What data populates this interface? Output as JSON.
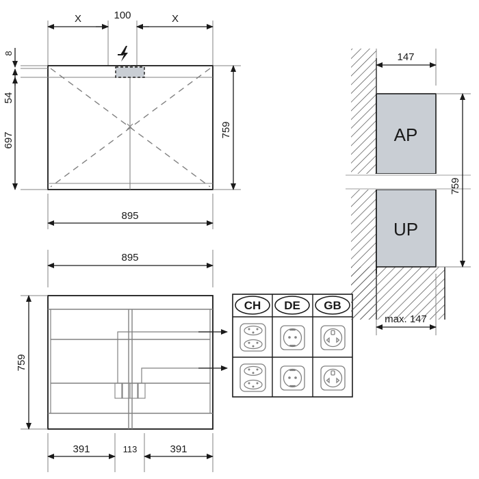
{
  "drawing": {
    "title": "Cabinet technical drawing",
    "views": {
      "front_top": {
        "name": "front-elevation-view",
        "dimensions": {
          "width_total": "895",
          "height_total": "759",
          "inner_height": "697",
          "top_offset": "54",
          "edge_thickness": "8",
          "outlet_width": "100",
          "left_gap_label": "X",
          "right_gap_label": "X"
        },
        "symbols": {
          "power": "lightning-bolt"
        }
      },
      "front_bottom": {
        "name": "front-door-view",
        "dimensions": {
          "width_total": "895",
          "height_total": "759",
          "left_door": "391",
          "center_gap": "113",
          "right_door": "391"
        }
      },
      "side": {
        "name": "wall-section-view",
        "dimensions": {
          "depth_top": "147",
          "height_total": "759",
          "depth_bottom": "max. 147"
        },
        "labels": {
          "surface_mount": "AP",
          "flush_mount": "UP"
        }
      }
    },
    "socket_table": {
      "name": "socket-type-table",
      "columns": [
        {
          "code": "CH",
          "icon_top": "socket-ch-double-icon",
          "icon_bottom": "socket-ch-double-icon"
        },
        {
          "code": "DE",
          "icon_top": "socket-de-schuko-icon",
          "icon_bottom": "socket-de-schuko-icon"
        },
        {
          "code": "GB",
          "icon_top": "socket-gb-bs1363-icon",
          "icon_bottom": "socket-gb-bs1363-icon"
        }
      ]
    },
    "colors": {
      "line": "#1a1a1a",
      "thin_line": "#808080",
      "fill_grey": "#c9ced4",
      "hatch": "#4d4d4d",
      "background": "#ffffff"
    }
  }
}
